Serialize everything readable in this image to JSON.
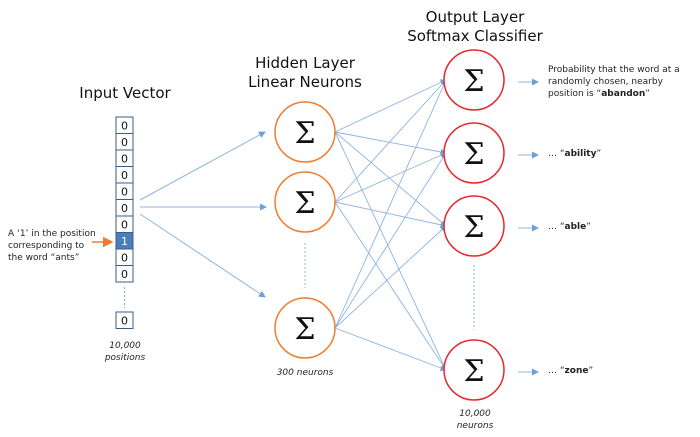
{
  "titles": {
    "input": "Input Vector",
    "hidden_1": "Hidden Layer",
    "hidden_2": "Linear Neurons",
    "output_1": "Output Layer",
    "output_2": "Softmax Classifier"
  },
  "input_vector": {
    "cells": [
      "0",
      "0",
      "0",
      "0",
      "0",
      "0",
      "0",
      "1",
      "0",
      "0"
    ],
    "last_cell": "0",
    "active_index": 7,
    "caption_1": "10,000",
    "caption_2": "positions",
    "annotation": "A ‘1’ in the position corresponding to the word “ants”"
  },
  "neuron_symbol": "Σ",
  "hidden": {
    "caption": "300 neurons"
  },
  "output": {
    "caption_1": "10,000",
    "caption_2": "neurons",
    "labels": [
      {
        "prefix": "Probability that the word at a randomly chosen, nearby position is “",
        "word": "abandon",
        "suffix": "”"
      },
      {
        "prefix": "… “",
        "word": "ability",
        "suffix": "”"
      },
      {
        "prefix": "… “",
        "word": "able",
        "suffix": "”"
      },
      {
        "prefix": "… “",
        "word": "zone",
        "suffix": "”"
      }
    ]
  },
  "colors": {
    "hidden": "#ed7d31",
    "output": "#e8262d",
    "edge": "#8eb4e3",
    "active": "#4a7ebb",
    "cell_border": "#385d8a"
  }
}
